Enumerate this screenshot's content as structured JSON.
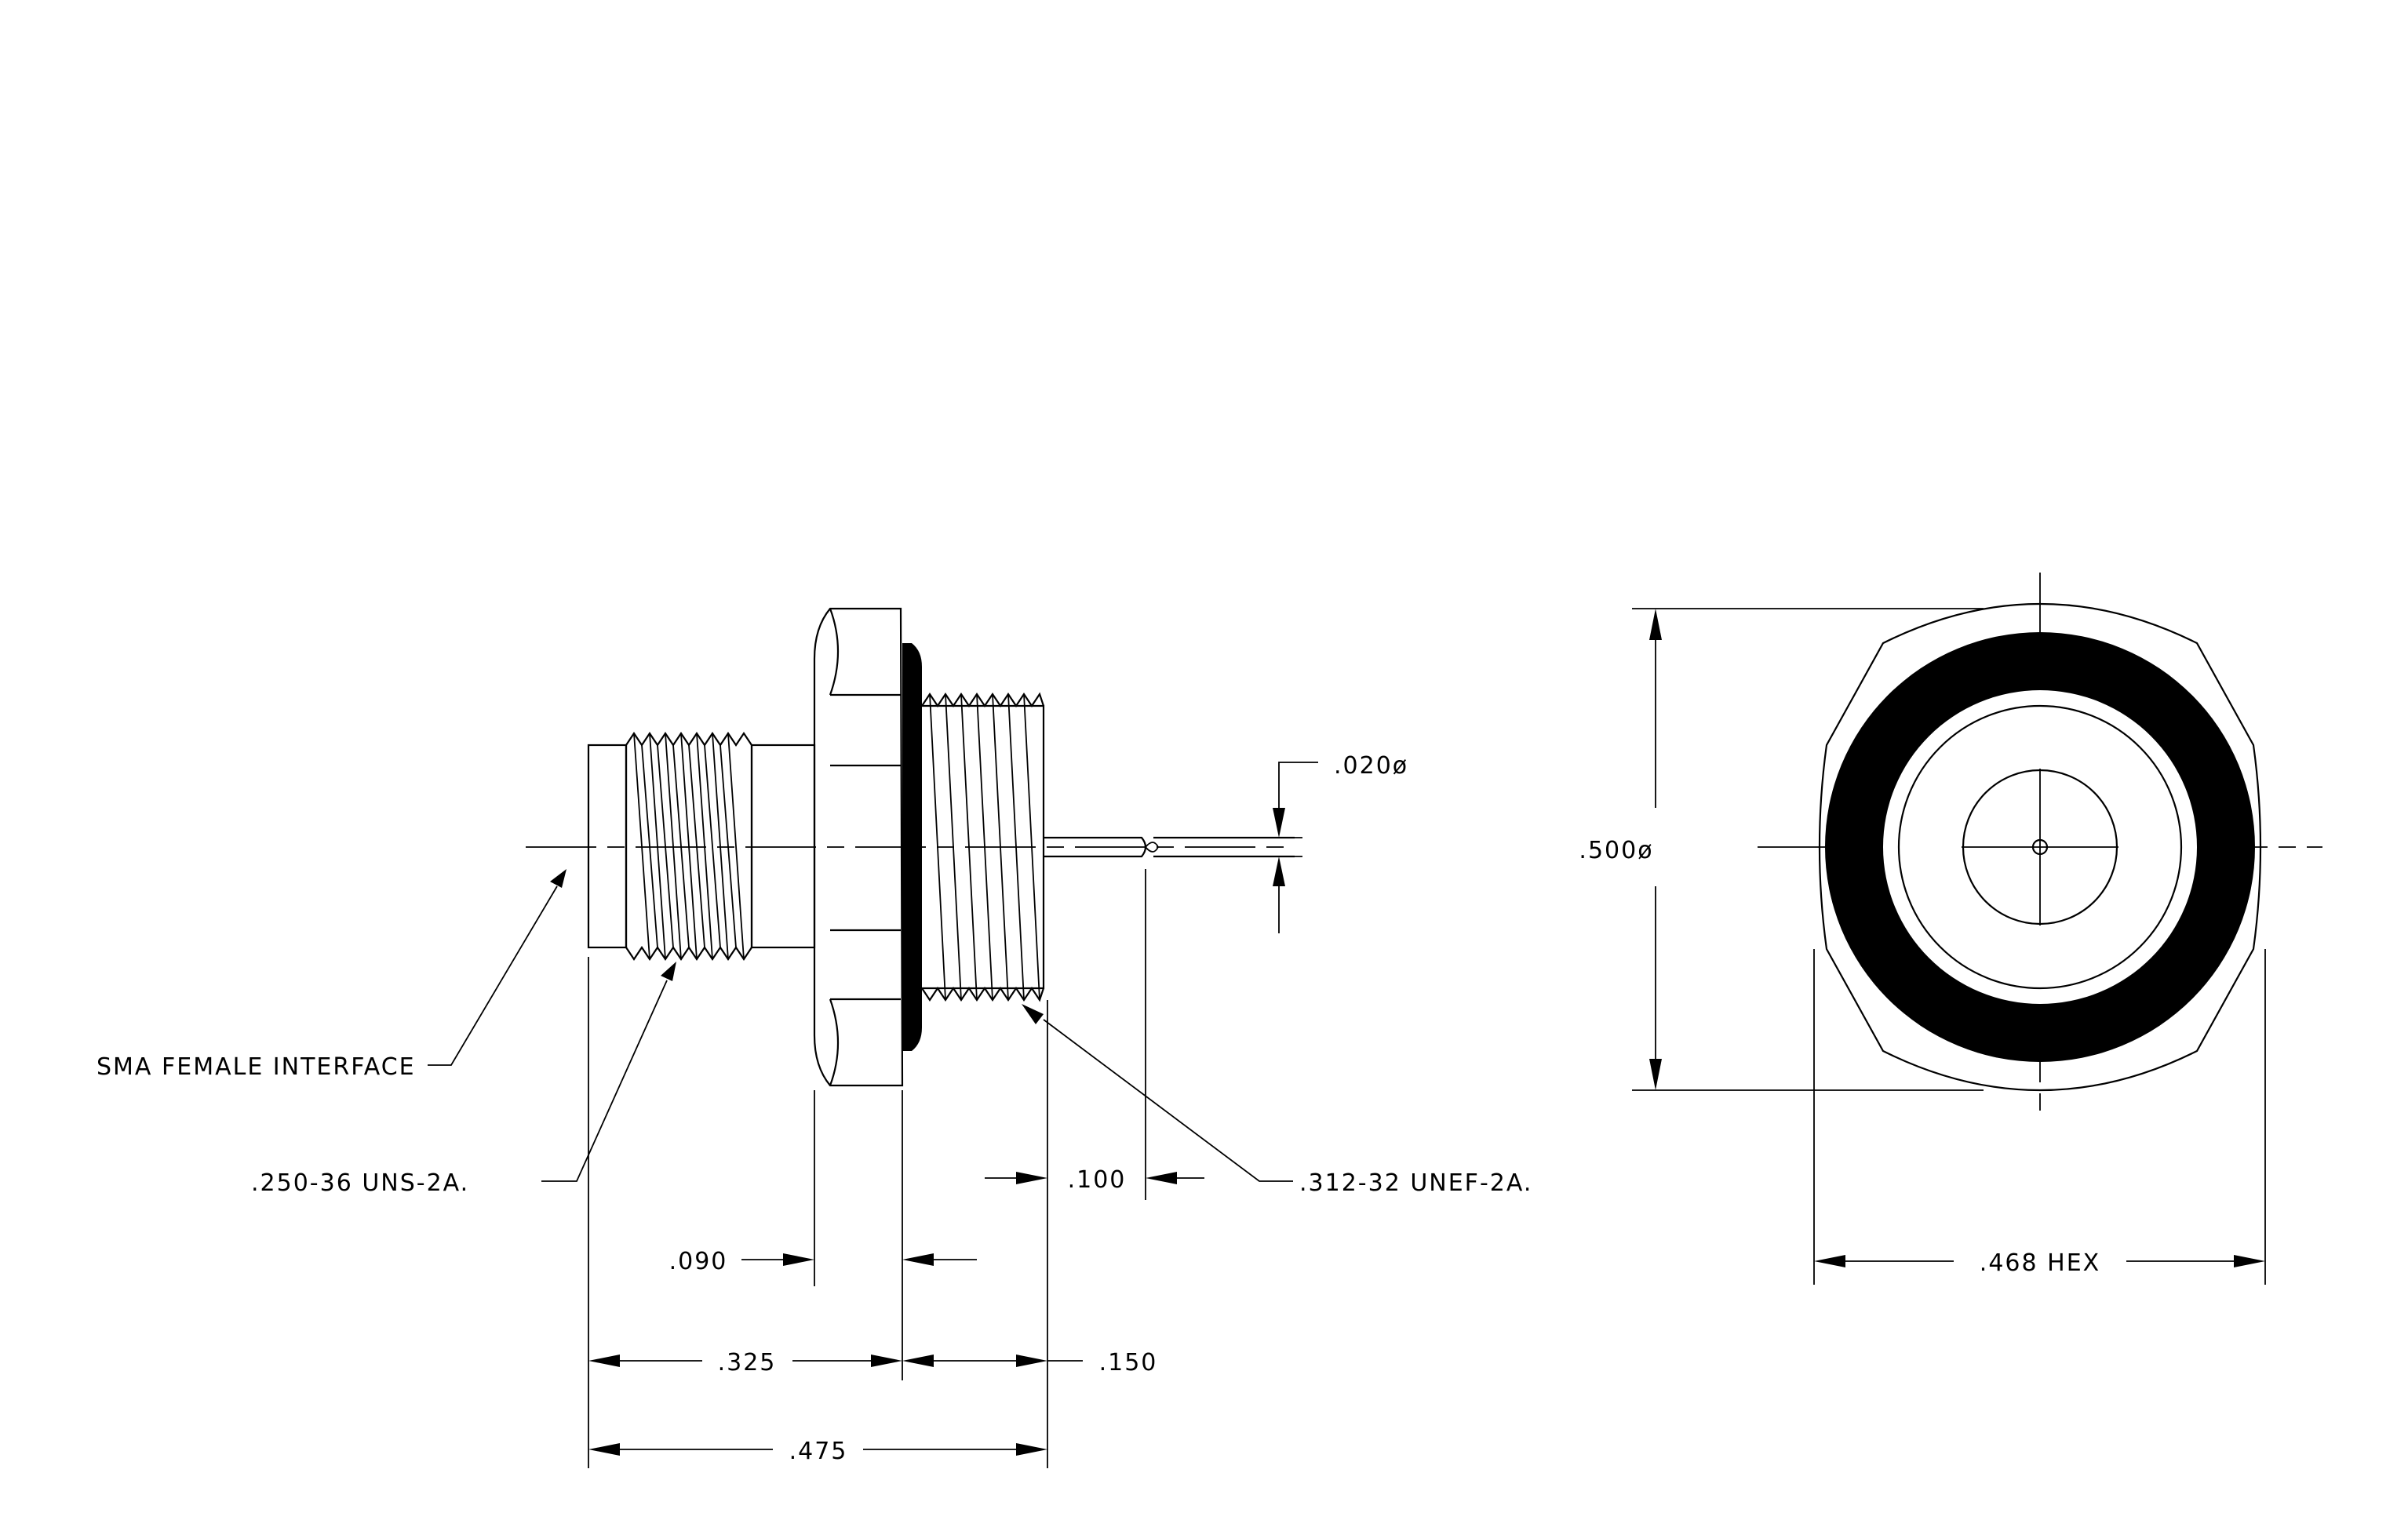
{
  "labels": {
    "dia_020": ".020ø",
    "dia_500": ".500ø",
    "sma": "SMA FEMALE INTERFACE",
    "thread_250": ".250-36 UNS-2A.",
    "thread_312": ".312-32 UNEF-2A.",
    "dim_100": ".100",
    "dim_090": ".090",
    "dim_325": ".325",
    "dim_150": ".150",
    "dim_475": ".475",
    "hex_468": ".468 HEX"
  }
}
